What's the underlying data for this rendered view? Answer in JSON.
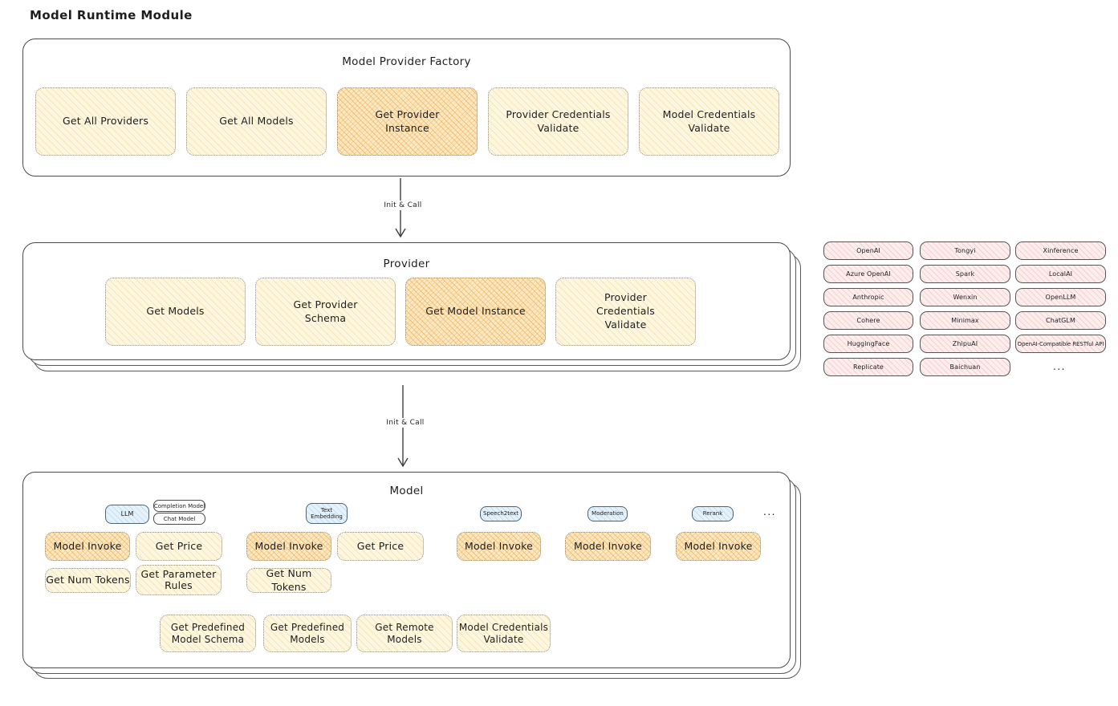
{
  "page_title": "Model Runtime Module",
  "arrow_label": "Init & Call",
  "factory": {
    "title": "Model Provider Factory",
    "items": [
      "Get All Providers",
      "Get All Models",
      "Get Provider Instance",
      "Provider Credentials Validate",
      "Model Credentials Validate"
    ],
    "highlighted_item": "Get Provider Instance"
  },
  "provider": {
    "title": "Provider",
    "items": [
      "Get Models",
      "Get Provider Schema",
      "Get Model Instance",
      "Provider Credentials Validate"
    ],
    "highlighted_item": "Get Model Instance"
  },
  "providers_grid": {
    "col1": [
      "OpenAI",
      "Azure OpenAI",
      "Anthropic",
      "Cohere",
      "HuggingFace",
      "Replicate"
    ],
    "col2": [
      "Tongyi",
      "Spark",
      "Wenxin",
      "Minimax",
      "ZhipuAI",
      "Baichuan"
    ],
    "col3": [
      "Xinference",
      "LocalAI",
      "OpenLLM",
      "ChatGLM",
      "OpenAI-Compatible RESTful API"
    ],
    "more": "..."
  },
  "model": {
    "title": "Model",
    "types": {
      "llm": "LLM",
      "completion": "Completion Model",
      "chat": "Chat Model",
      "text_embedding": "Text Embedding",
      "speech2text": "Speech2text",
      "moderation": "Moderation",
      "rerank": "Rerank",
      "more": "..."
    },
    "ops": {
      "model_invoke": "Model Invoke",
      "get_price": "Get Price",
      "get_num_tokens": "Get Num Tokens",
      "get_parameter_rules": "Get Parameter Rules"
    },
    "shared_ops": [
      "Get Predefined Model Schema",
      "Get Predefined Models",
      "Get Remote Models",
      "Model Credentials Validate"
    ]
  },
  "colors": {
    "node_yellow": "#fdf7e1",
    "node_orange_highlight": "#f2b25e",
    "provider_chip_pink": "#fdeeee",
    "model_type_blue": "#e6f2fb",
    "stroke": "#4a4a4a"
  }
}
